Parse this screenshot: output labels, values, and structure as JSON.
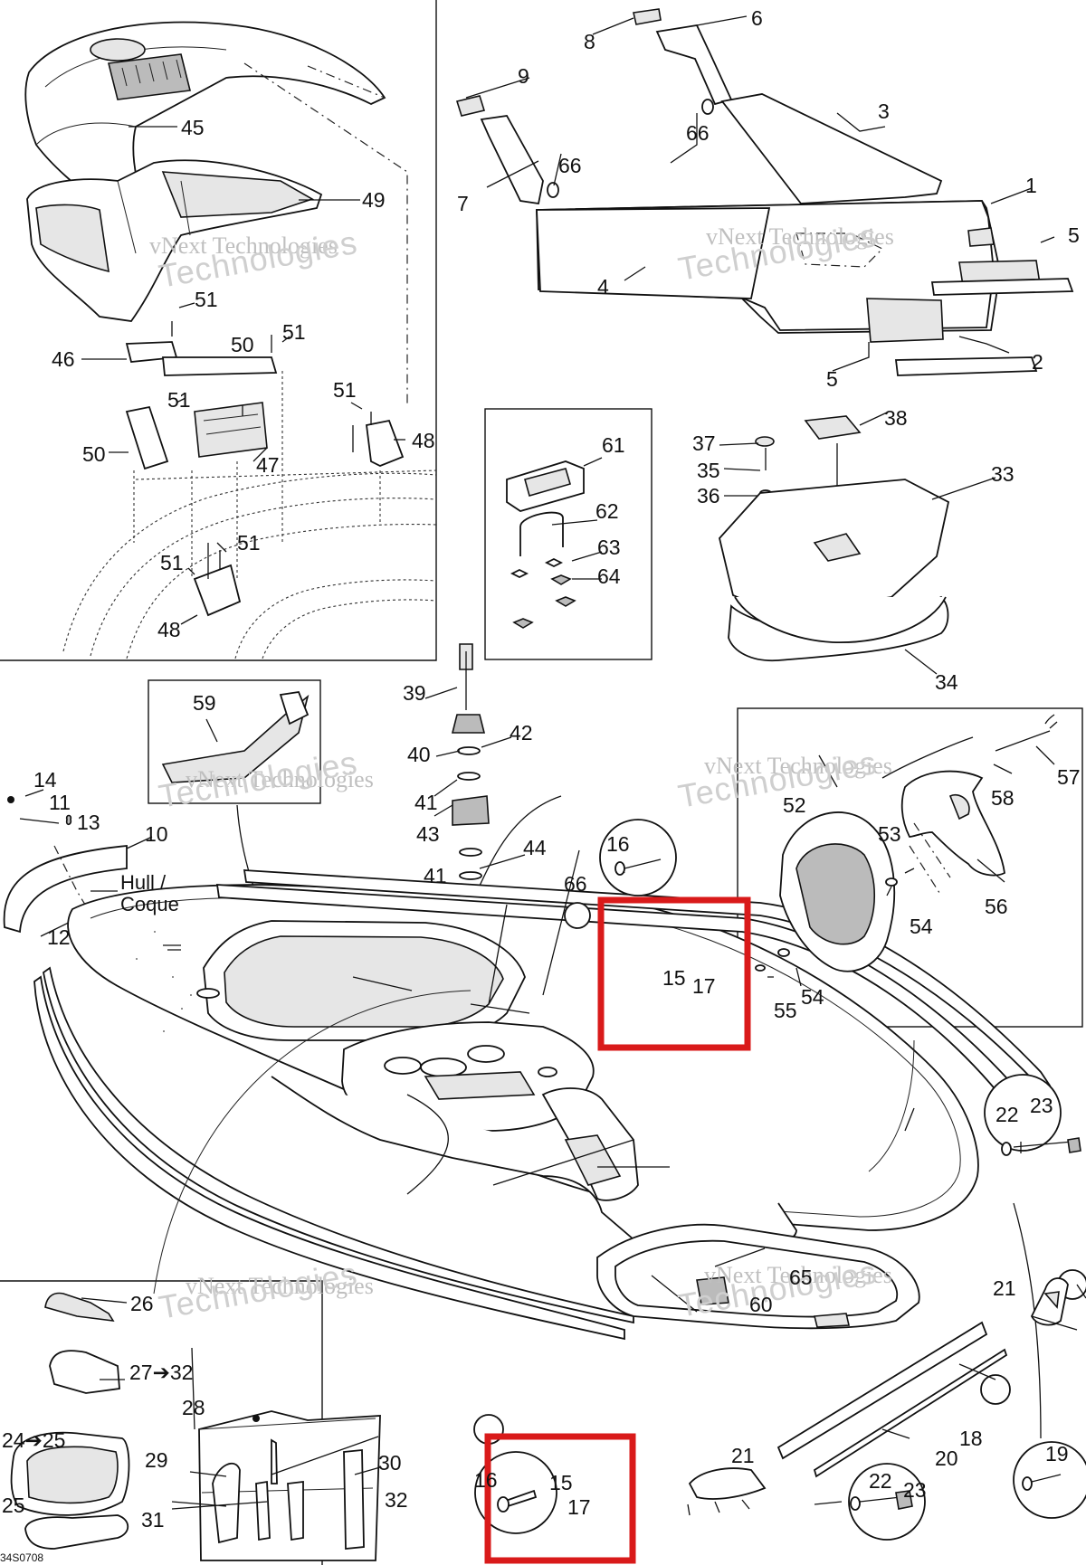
{
  "diagram": {
    "watermark_line1": "vNext Technologies",
    "watermark_line2": "Technologies",
    "drawing_code": "34S0708",
    "hull_label_line1": "Hull /",
    "hull_label_line2": "Coque",
    "callouts": {
      "n45": "45",
      "n49": "49",
      "n46": "46",
      "n50a": "50",
      "n50b": "50",
      "n51a": "51",
      "n51b": "51",
      "n51c": "51",
      "n51d": "51",
      "n51e": "51",
      "n51f": "51",
      "n47": "47",
      "n48a": "48",
      "n48b": "48",
      "n8": "8",
      "n6": "6",
      "n9": "9",
      "n3": "3",
      "n66a": "66",
      "n66b": "66",
      "n66c": "66",
      "n7": "7",
      "n1": "1",
      "n5a": "5",
      "n5b": "5",
      "n4": "4",
      "n2": "2",
      "n61": "61",
      "n62": "62",
      "n63": "63",
      "n64": "64",
      "n37": "37",
      "n38": "38",
      "n35": "35",
      "n36": "36",
      "n33": "33",
      "n34": "34",
      "n39": "39",
      "n40": "40",
      "n42": "42",
      "n41a": "41",
      "n41b": "41",
      "n43": "43",
      "n44": "44",
      "n59": "59",
      "n14": "14",
      "n11": "11",
      "n13": "13",
      "n10": "10",
      "n12": "12",
      "n16a": "16",
      "n16b": "16",
      "n15a": "15",
      "n17a": "17",
      "n15b": "15",
      "n17b": "17",
      "n57": "57",
      "n58": "58",
      "n52": "52",
      "n53": "53",
      "n54a": "54",
      "n54b": "54",
      "n55": "55",
      "n56": "56",
      "n22a": "22",
      "n23a": "23",
      "n22b": "22",
      "n23b": "23",
      "n21a": "21",
      "n21b": "21",
      "n65": "65",
      "n60": "60",
      "n18": "18",
      "n20": "20",
      "n19": "19",
      "n26": "26",
      "n27": "27➔32",
      "n28": "28",
      "n24": "24➔25",
      "n25": "25",
      "n29": "29",
      "n30": "30",
      "n31": "31",
      "n32": "32"
    },
    "highlight_color": "#d91a1a"
  }
}
